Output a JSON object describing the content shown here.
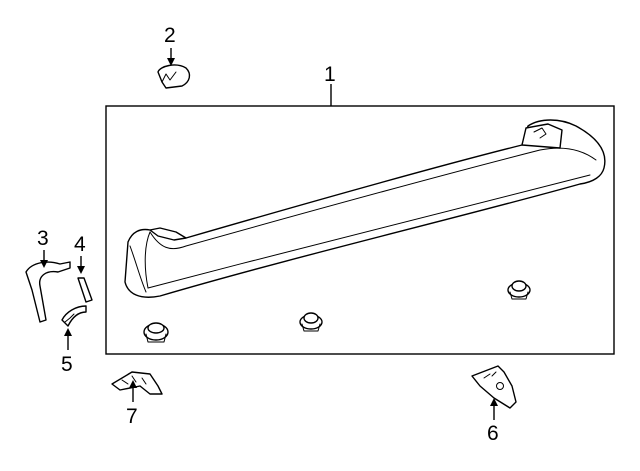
{
  "callouts": [
    {
      "label": "1"
    },
    {
      "label": "2"
    },
    {
      "label": "3"
    },
    {
      "label": "4"
    },
    {
      "label": "5"
    },
    {
      "label": "6"
    },
    {
      "label": "7"
    }
  ],
  "colors": {
    "line": "#000000",
    "background": "#ffffff"
  }
}
